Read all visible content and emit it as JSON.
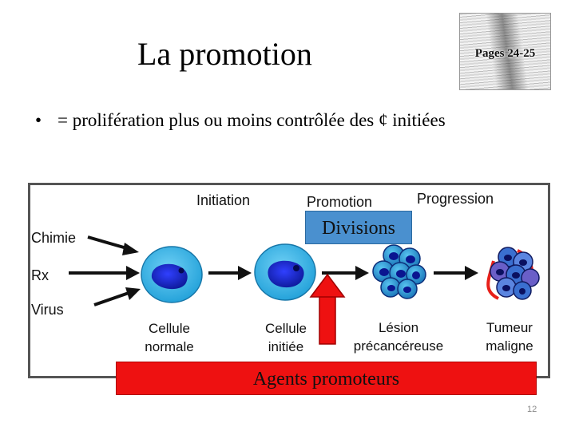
{
  "title": "La promotion",
  "pages_label": "Pages 24-25",
  "bullet": {
    "symbol": "•",
    "text": "= prolifération plus ou moins contrôlée des ¢ initiées"
  },
  "diagram": {
    "stages": {
      "initiation": "Initiation",
      "promotion": "Promotion",
      "progression": "Progression"
    },
    "agents": {
      "chimie": "Chimie",
      "rx": "Rx",
      "virus": "Virus"
    },
    "cells": {
      "normal_line1": "Cellule",
      "normal_line2": "normale",
      "initiated_line1": "Cellule",
      "initiated_line2": "initiée",
      "lesion_line1": "Lésion",
      "lesion_line2": "précancéreuse",
      "tumor_line1": "Tumeur",
      "tumor_line2": "maligne"
    }
  },
  "divisions_label": "Divisions",
  "agents_promoteurs_label": "Agents promoteurs",
  "page_number": "12",
  "colors": {
    "cell_cytoplasm": "#38b6e8",
    "cell_nucleus": "#1a26c8",
    "divisions_box": "#4a90cf",
    "agents_box": "#ee1111",
    "arrow_red": "#ee1111",
    "tumor_invasion": "#e8201a"
  }
}
